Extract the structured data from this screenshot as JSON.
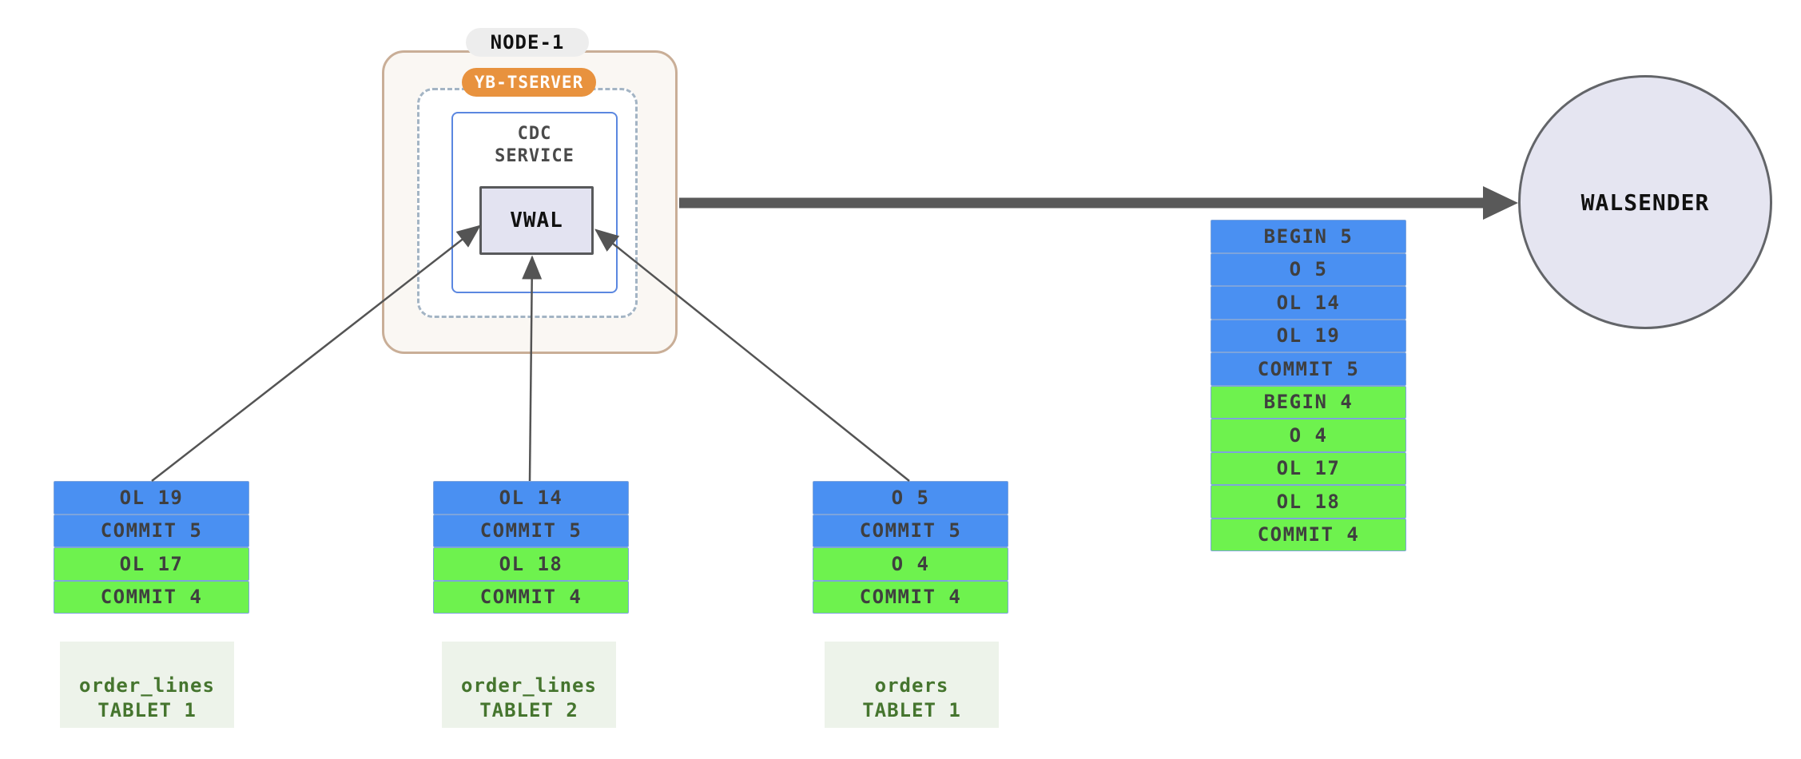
{
  "node": {
    "label": "NODE-1",
    "tserver": {
      "label": "YB-TSERVER"
    },
    "cdc_service": {
      "line1": "CDC",
      "line2": "SERVICE"
    },
    "vwal": {
      "label": "VWAL"
    }
  },
  "walsender": {
    "label": "WALSENDER"
  },
  "stream_queue": {
    "rows": [
      {
        "label": "BEGIN 5",
        "txn": 5
      },
      {
        "label": "O 5",
        "txn": 5
      },
      {
        "label": "OL 14",
        "txn": 5
      },
      {
        "label": "OL 19",
        "txn": 5
      },
      {
        "label": "COMMIT 5",
        "txn": 5
      },
      {
        "label": "BEGIN 4",
        "txn": 4
      },
      {
        "label": "O 4",
        "txn": 4
      },
      {
        "label": "OL 17",
        "txn": 4
      },
      {
        "label": "OL 18",
        "txn": 4
      },
      {
        "label": "COMMIT 4",
        "txn": 4
      }
    ]
  },
  "tablets": [
    {
      "name": {
        "line1": "order_lines",
        "line2": "TABLET 1"
      },
      "rows": [
        {
          "label": "OL 19",
          "txn": 5
        },
        {
          "label": "COMMIT 5",
          "txn": 5
        },
        {
          "label": "OL 17",
          "txn": 4
        },
        {
          "label": "COMMIT 4",
          "txn": 4
        }
      ]
    },
    {
      "name": {
        "line1": "order_lines",
        "line2": "TABLET 2"
      },
      "rows": [
        {
          "label": "OL 14",
          "txn": 5
        },
        {
          "label": "COMMIT 5",
          "txn": 5
        },
        {
          "label": "OL 18",
          "txn": 4
        },
        {
          "label": "COMMIT 4",
          "txn": 4
        }
      ]
    },
    {
      "name": {
        "line1": "orders",
        "line2": "TABLET 1"
      },
      "rows": [
        {
          "label": "O 5",
          "txn": 5
        },
        {
          "label": "COMMIT 5",
          "txn": 5
        },
        {
          "label": "O 4",
          "txn": 4
        },
        {
          "label": "COMMIT 4",
          "txn": 4
        }
      ]
    }
  ],
  "colors": {
    "txn5_blue": "#4a90f2",
    "txn4_green": "#6ef24e",
    "row_border_blue": "#7da4dc",
    "tserver_orange": "#e8923e",
    "node_border_tan": "#c9ae97",
    "node_fill": "#faf7f3",
    "cdc_border_blue": "#5b87e0",
    "dashed_border": "#a3b4c4",
    "vwal_fill": "#e3e3f1",
    "walsender_fill": "#e5e5f1",
    "arrow_gray": "#545454",
    "tablet_label_green": "#45752e",
    "tablet_label_bg": "#edf3ea"
  }
}
